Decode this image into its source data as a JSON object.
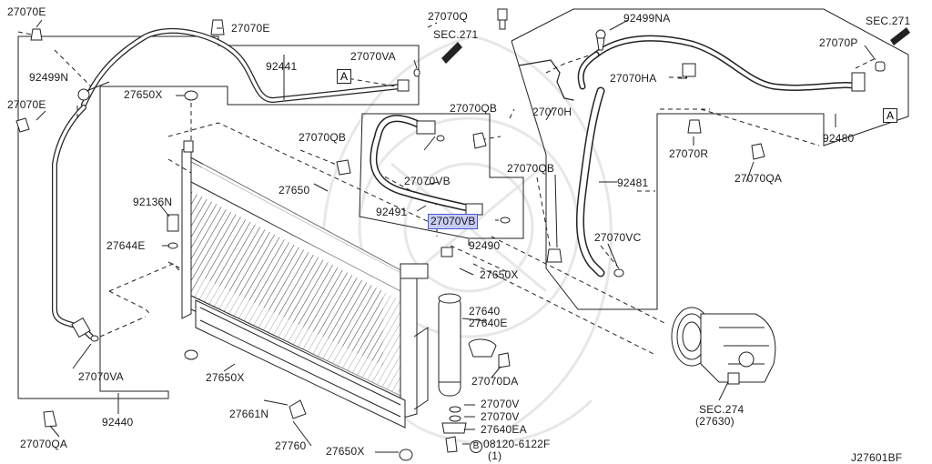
{
  "diagram": {
    "id_code": "J27601BF",
    "section_refs": {
      "sec271_a": "SEC.271",
      "sec271_b": "SEC.271",
      "sec274": "SEC.274",
      "sec274_sub": "(27630)"
    },
    "ref_box": "A",
    "labels": {
      "p27070E_1": "27070E",
      "p27070E_2": "27070E",
      "p27070E_3": "27070E",
      "p92499N": "92499N",
      "p92441": "92441",
      "p27070VA_top": "27070VA",
      "p27650X_top": "27650X",
      "p27070QB_1": "27070QB",
      "p27070QB_2": "27070QB",
      "p27070QB_3": "27070QB",
      "p27070VB_1": "27070VB",
      "p27070VB_2": "27070VB",
      "p92491": "92491",
      "p92490": "92490",
      "p27650": "27650",
      "p92136N": "92136N",
      "p27644E": "27644E",
      "p27650X_mid": "27650X",
      "p27650X_low": "27650X",
      "p27650X_bot": "27650X",
      "p27640": "27640",
      "p27640E": "27640E",
      "p27070DA": "27070DA",
      "p27070V_1": "27070V",
      "p27070V_2": "27070V",
      "p27640EA": "27640EA",
      "p08120": "08120-6122F",
      "p08120_qty": "(1)",
      "p08120_mark": "B",
      "p27661N": "27661N",
      "p27760": "27760",
      "p27070VA_low": "27070VA",
      "p92440": "92440",
      "p27070QA_left": "27070QA",
      "p27070Q": "27070Q",
      "p92499NA": "92499NA",
      "p27070H": "27070H",
      "p27070HA": "27070HA",
      "p27070P": "27070P",
      "p27070R": "27070R",
      "p92480": "92480",
      "p27070QA_right": "27070QA",
      "p92481": "92481",
      "p27070VC": "27070VC"
    },
    "highlighted": "p27070VB_2"
  }
}
